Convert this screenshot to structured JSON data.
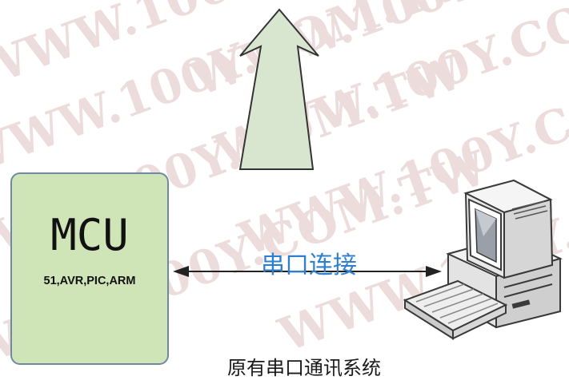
{
  "watermark": {
    "text": "WWW.100Y.COM.TW"
  },
  "mcu": {
    "title": "MCU",
    "subtitle": "51,AVR,PIC,ARM"
  },
  "connection": {
    "label": "串口连接"
  },
  "caption": "原有串口通讯系统",
  "colors": {
    "mcu_fill": "#cfe5b8",
    "mcu_border": "#6f8aa0",
    "arrow_fill": "#d9e6cf",
    "label_color": "#2f7fd0",
    "watermark_color": "#ecdcdc"
  },
  "icons": {
    "uplink": "up-arrow-icon",
    "pc": "computer-icon"
  }
}
